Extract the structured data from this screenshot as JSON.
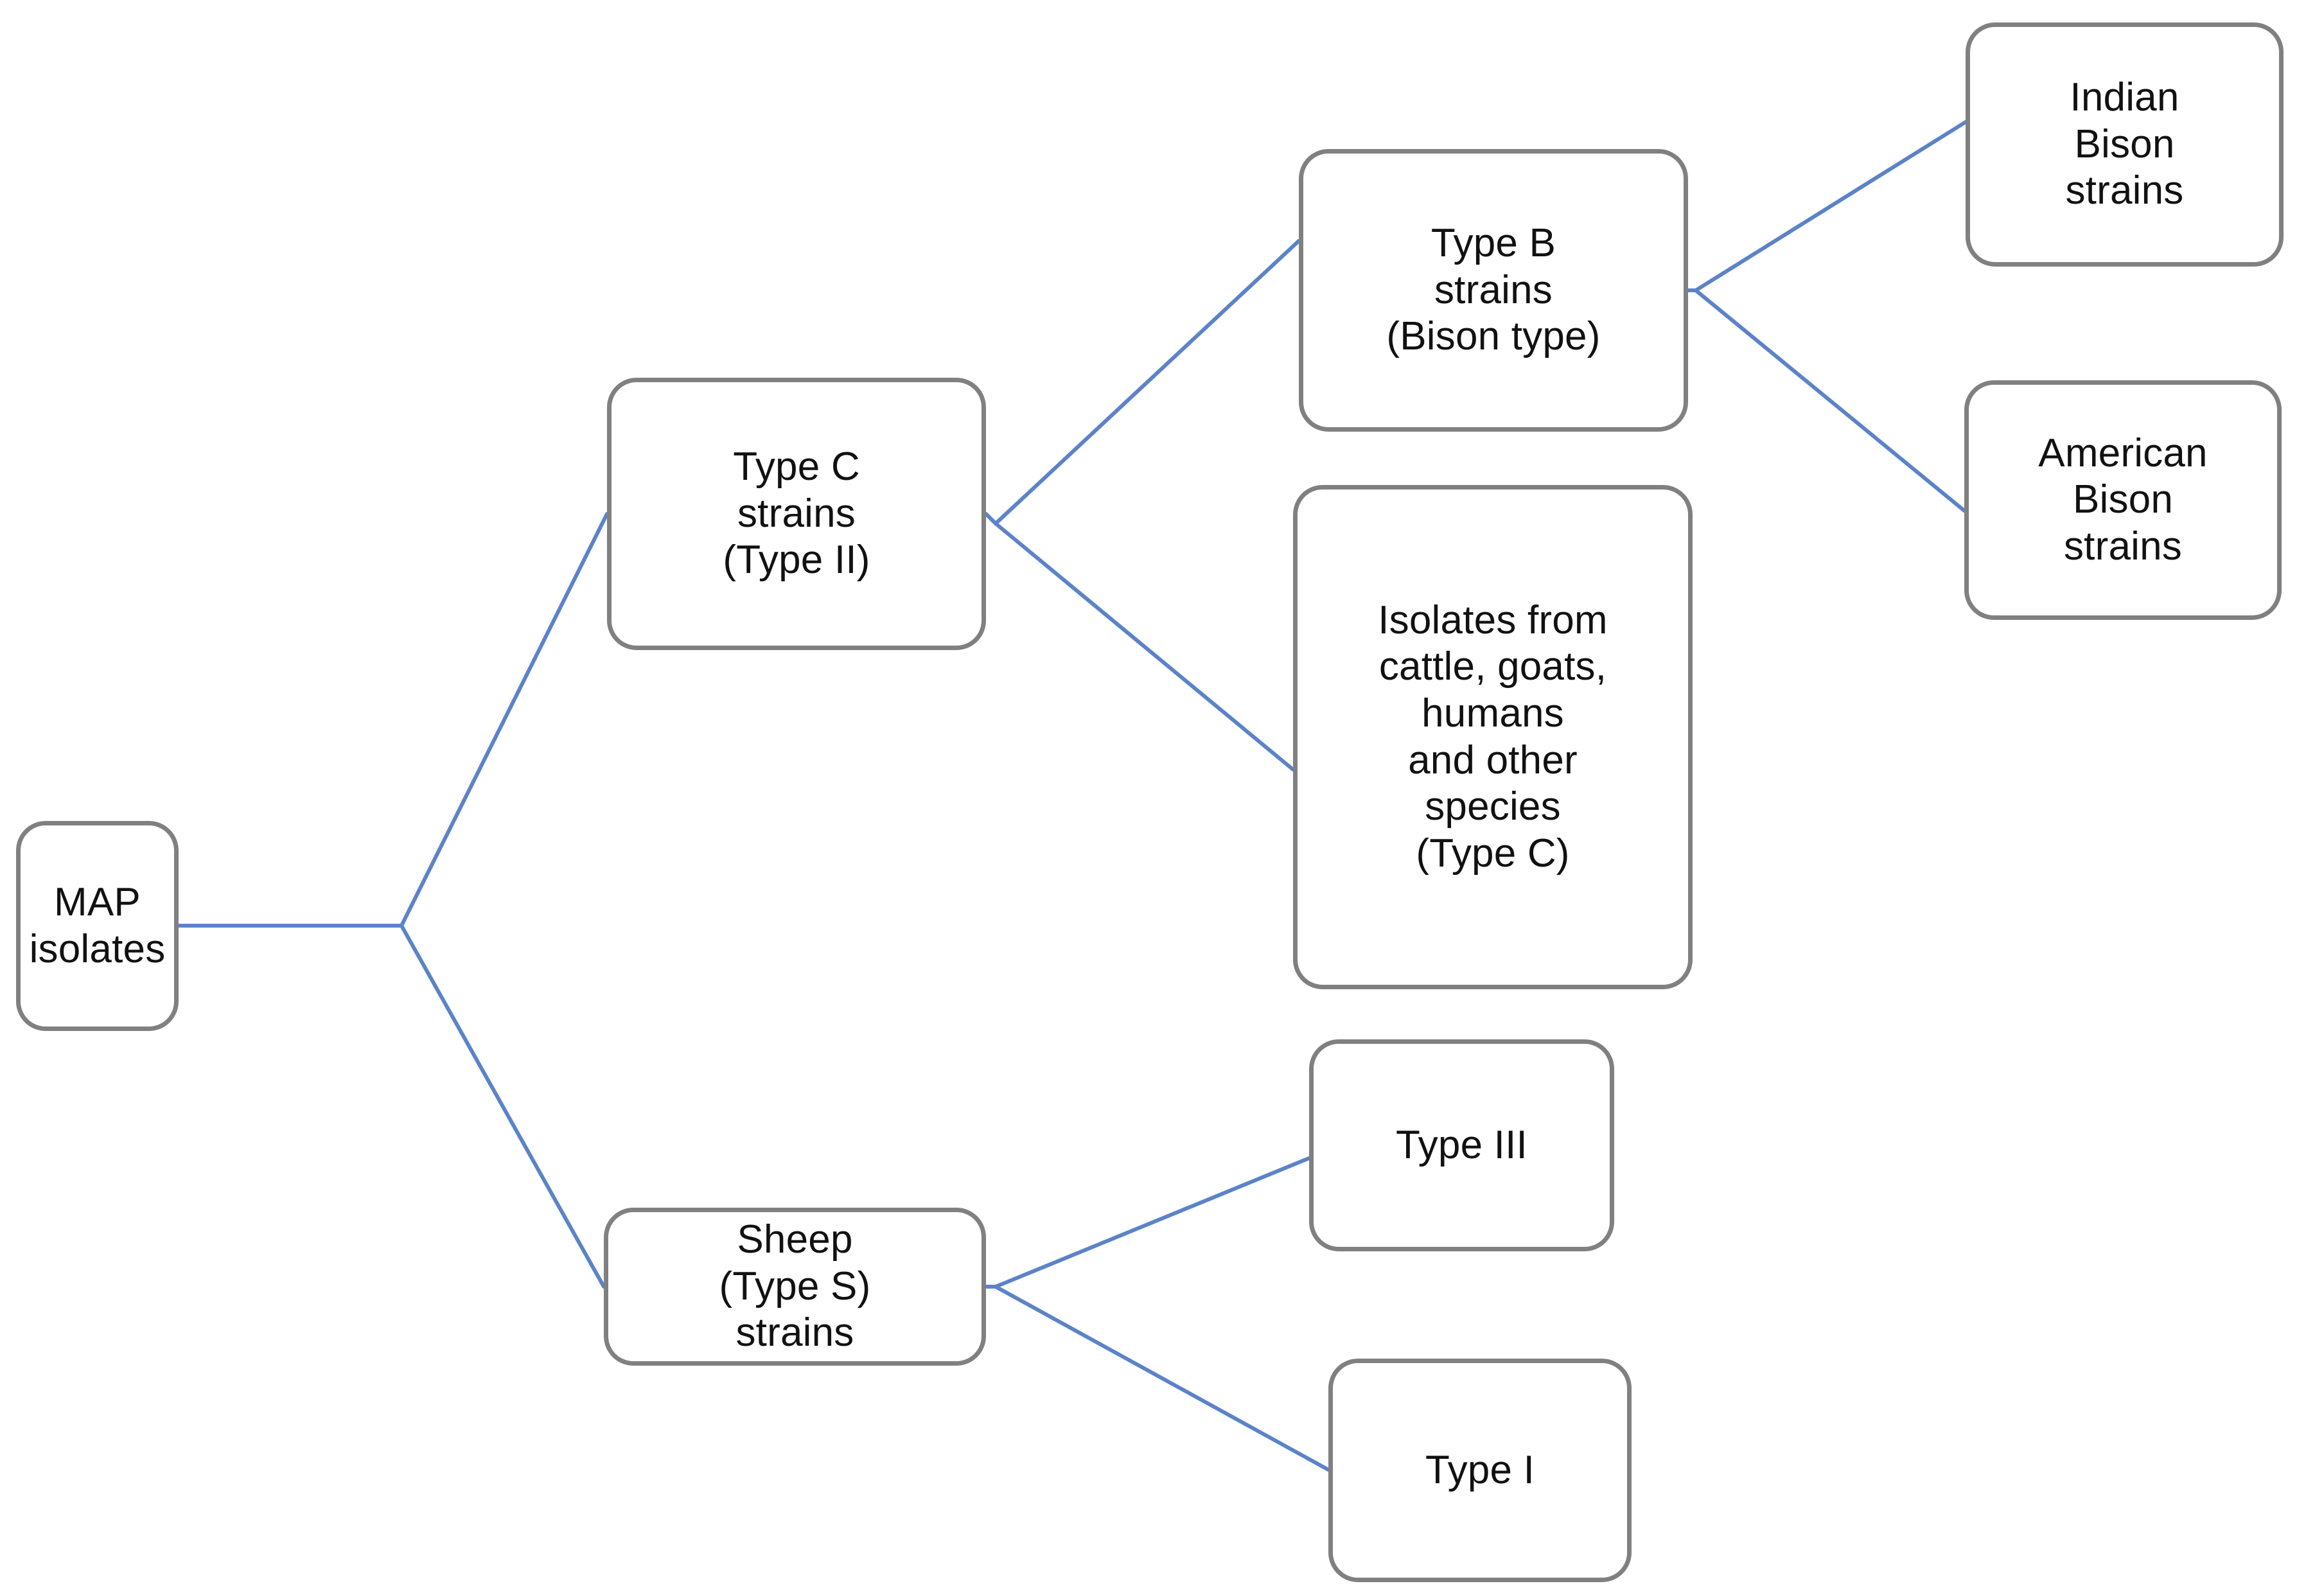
{
  "diagram": {
    "title": "MAP isolates strain classification tree",
    "background_color": "#ffffff",
    "node_border_color": "#808080",
    "node_fill_color": "#ffffff",
    "edge_color": "#5b83c8",
    "text_color": "#111111",
    "nodes": {
      "map_isolates": "MAP\nisolates",
      "type_c_strains": "Type C\nstrains\n(Type II)",
      "sheep_strains": "Sheep\n(Type S)\nstrains",
      "type_b_strains": "Type B\nstrains\n(Bison type)",
      "isolates_other": "Isolates from\ncattle, goats,\nhumans\nand other\nspecies\n(Type C)",
      "type_iii": "Type III",
      "type_i": "Type I",
      "indian_bison": "Indian\nBison\nstrains",
      "american_bison": "American\nBison\nstrains"
    },
    "edges": [
      {
        "from": "map_isolates",
        "to": "type_c_strains"
      },
      {
        "from": "map_isolates",
        "to": "sheep_strains"
      },
      {
        "from": "type_c_strains",
        "to": "type_b_strains"
      },
      {
        "from": "type_c_strains",
        "to": "isolates_other"
      },
      {
        "from": "type_b_strains",
        "to": "indian_bison"
      },
      {
        "from": "type_b_strains",
        "to": "american_bison"
      },
      {
        "from": "sheep_strains",
        "to": "type_iii"
      },
      {
        "from": "sheep_strains",
        "to": "type_i"
      }
    ]
  }
}
